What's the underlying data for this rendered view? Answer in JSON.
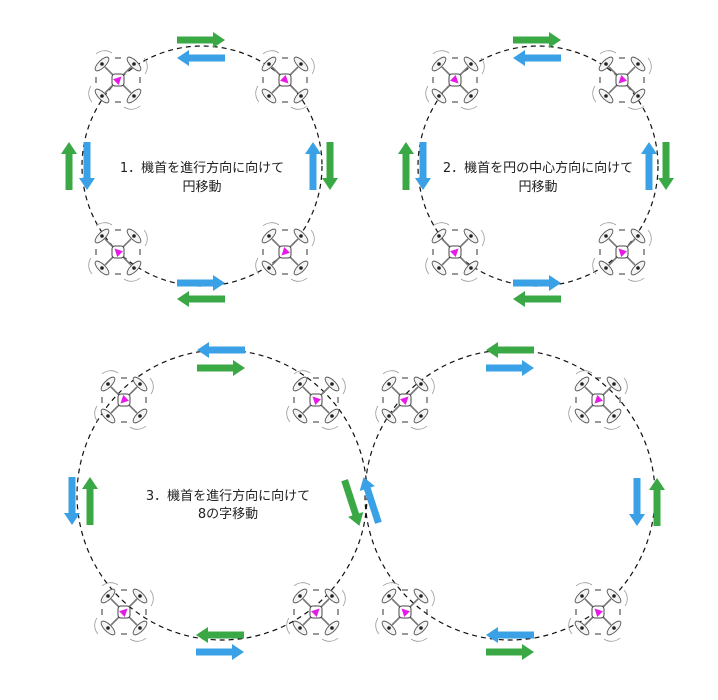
{
  "colors": {
    "green": "#3aa845",
    "blue": "#3aa1e6",
    "heading": "#e619e6",
    "line": "#111111",
    "drone": "#666666"
  },
  "icons": {
    "drone": "quadcopter-drone-icon",
    "heading": "heading-marker-icon"
  },
  "panels": [
    {
      "id": "panel-1",
      "caption_lines": [
        "1．機首を進行方向に向けて",
        "円移動"
      ]
    },
    {
      "id": "panel-2",
      "caption_lines": [
        "2．機首を円の中心方向に向けて",
        "円移動"
      ]
    },
    {
      "id": "panel-3",
      "caption_lines": [
        "3．機首を進行方向に向けて",
        "8の字移動"
      ]
    }
  ]
}
